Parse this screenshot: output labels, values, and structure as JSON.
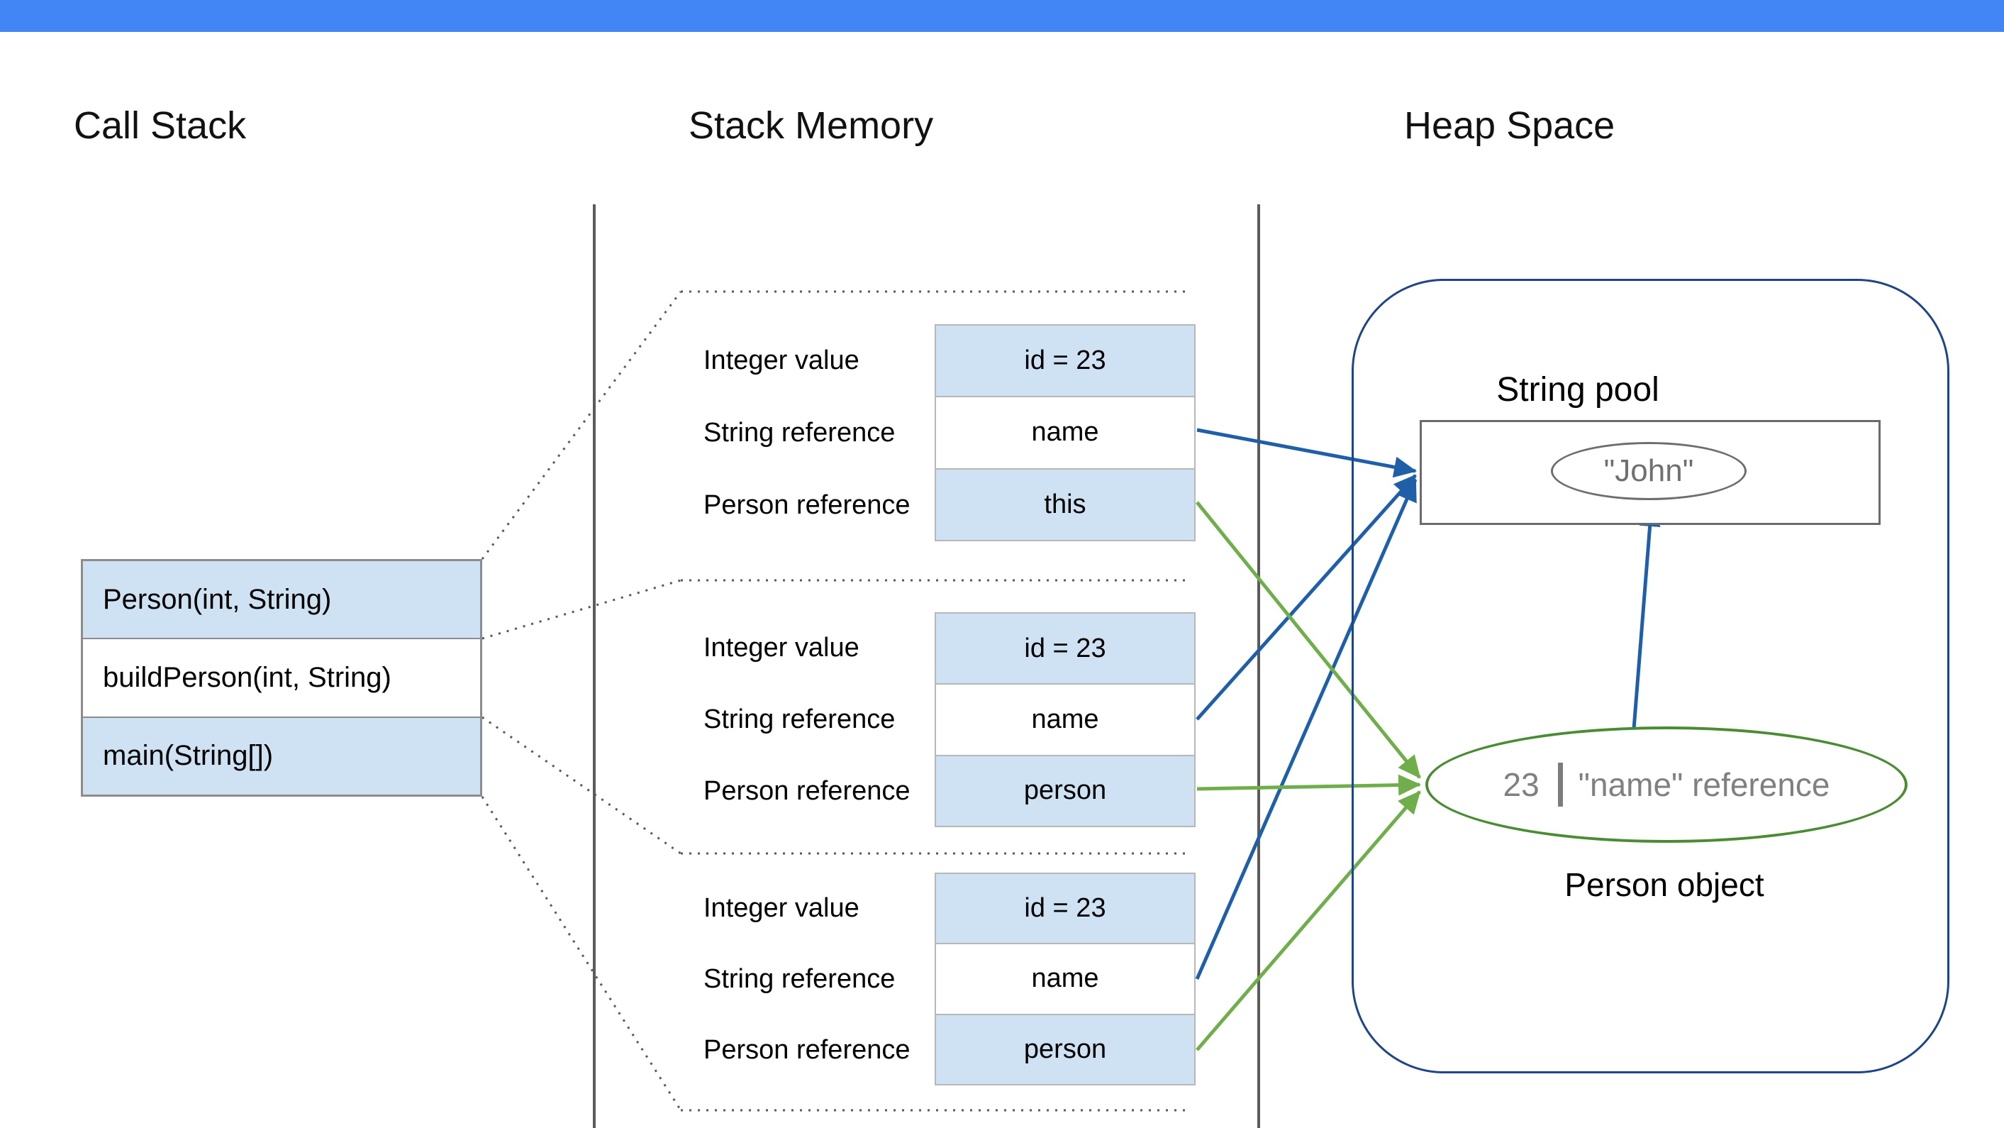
{
  "headers": {
    "call_stack": "Call Stack",
    "stack_memory": "Stack Memory",
    "heap_space": "Heap Space"
  },
  "call_stack": {
    "frames": [
      {
        "label": "Person(int, String)"
      },
      {
        "label": "buildPerson(int, String)"
      },
      {
        "label": "main(String[])"
      }
    ]
  },
  "stack_frames": [
    {
      "rows": [
        {
          "label": "Integer value",
          "value": "id = 23"
        },
        {
          "label": "String reference",
          "value": "name"
        },
        {
          "label": "Person reference",
          "value": "this"
        }
      ]
    },
    {
      "rows": [
        {
          "label": "Integer value",
          "value": "id = 23"
        },
        {
          "label": "String reference",
          "value": "name"
        },
        {
          "label": "Person reference",
          "value": "person"
        }
      ]
    },
    {
      "rows": [
        {
          "label": "Integer value",
          "value": "id = 23"
        },
        {
          "label": "String reference",
          "value": "name"
        },
        {
          "label": "Person reference",
          "value": "person"
        }
      ]
    }
  ],
  "heap": {
    "string_pool": {
      "label": "String pool",
      "string_value": "\"John\""
    },
    "person_object": {
      "caption": "Person object",
      "id_value": "23",
      "name_ref": "\"name\" reference"
    }
  },
  "colors": {
    "top_bar": "#4285f4",
    "cell_fill_blue": "#cfe2f3",
    "reference_arrow_blue": "#1e5fa8",
    "person_arrow_green": "#6fae4b",
    "heap_border_blue": "#1f4587",
    "person_ellipse_green": "#4a8c33",
    "gray_text": "#808080",
    "divider_line_gray": "#595959"
  }
}
